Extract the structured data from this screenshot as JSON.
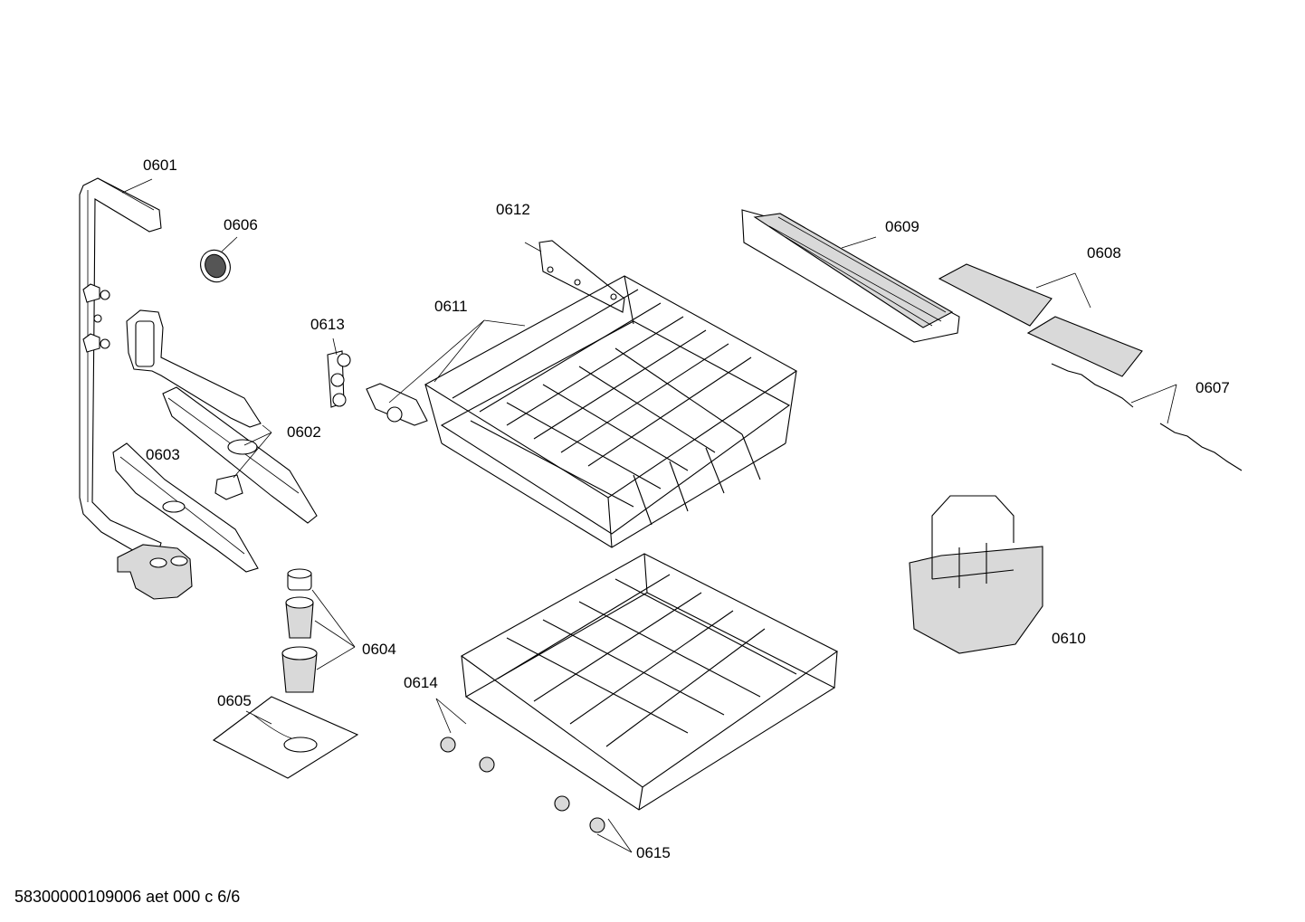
{
  "labels": {
    "p0601": "0601",
    "p0602": "0602",
    "p0603": "0603",
    "p0604": "0604",
    "p0605": "0605",
    "p0606": "0606",
    "p0607": "0607",
    "p0608": "0608",
    "p0609": "0609",
    "p0610": "0610",
    "p0611": "0611",
    "p0612": "0612",
    "p0613": "0613",
    "p0614": "0614",
    "p0615": "0615"
  },
  "footer": "58300000109006 aet 000 c 6/6"
}
